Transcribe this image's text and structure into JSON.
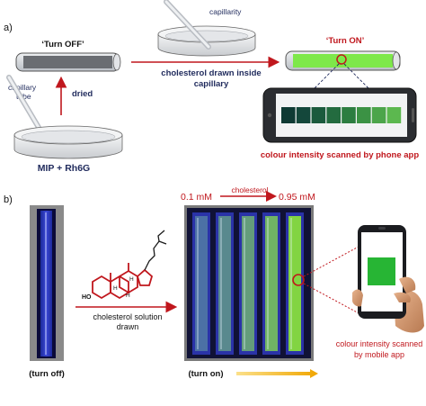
{
  "panel_a": {
    "label": "a)",
    "turn_off": "‘Turn OFF’",
    "turn_on": "‘Turn ON’",
    "capillarity": "capillarity",
    "capillary_tube_line1": "capillary",
    "capillary_tube_line2": "tube",
    "dried": "dried",
    "cholesterol_line1": "cholesterol drawn inside",
    "cholesterol_line2": "capillary",
    "mip": "MIP + Rh6G",
    "phone_app": "colour intensity scanned by phone app",
    "swatch_colors": [
      "#0f3a34",
      "#14473b",
      "#1b5a3d",
      "#236b3f",
      "#2c7d40",
      "#3b9244",
      "#4ca54a",
      "#5cb84f"
    ]
  },
  "panel_b": {
    "label": "b)",
    "conc_low": "0.1 mM",
    "conc_high": "0.95 mM",
    "cholesterol": "cholesterol",
    "solution_line1": "cholesterol solution",
    "solution_line2": "drawn",
    "turn_off": "(turn off)",
    "turn_on": "(turn on)",
    "mobile_line1": "colour intensity scanned",
    "mobile_line2": "by mobile app",
    "molecule_ho": "HO",
    "molecule_h1": "H",
    "molecule_h2": "H",
    "molecule_h3": "H"
  },
  "colors": {
    "red": "#c0171d",
    "navy": "#1f2a5c",
    "glow_green": "#7ee84a",
    "screen_green": "#27b534",
    "arrow_gold": "#f0a500"
  }
}
